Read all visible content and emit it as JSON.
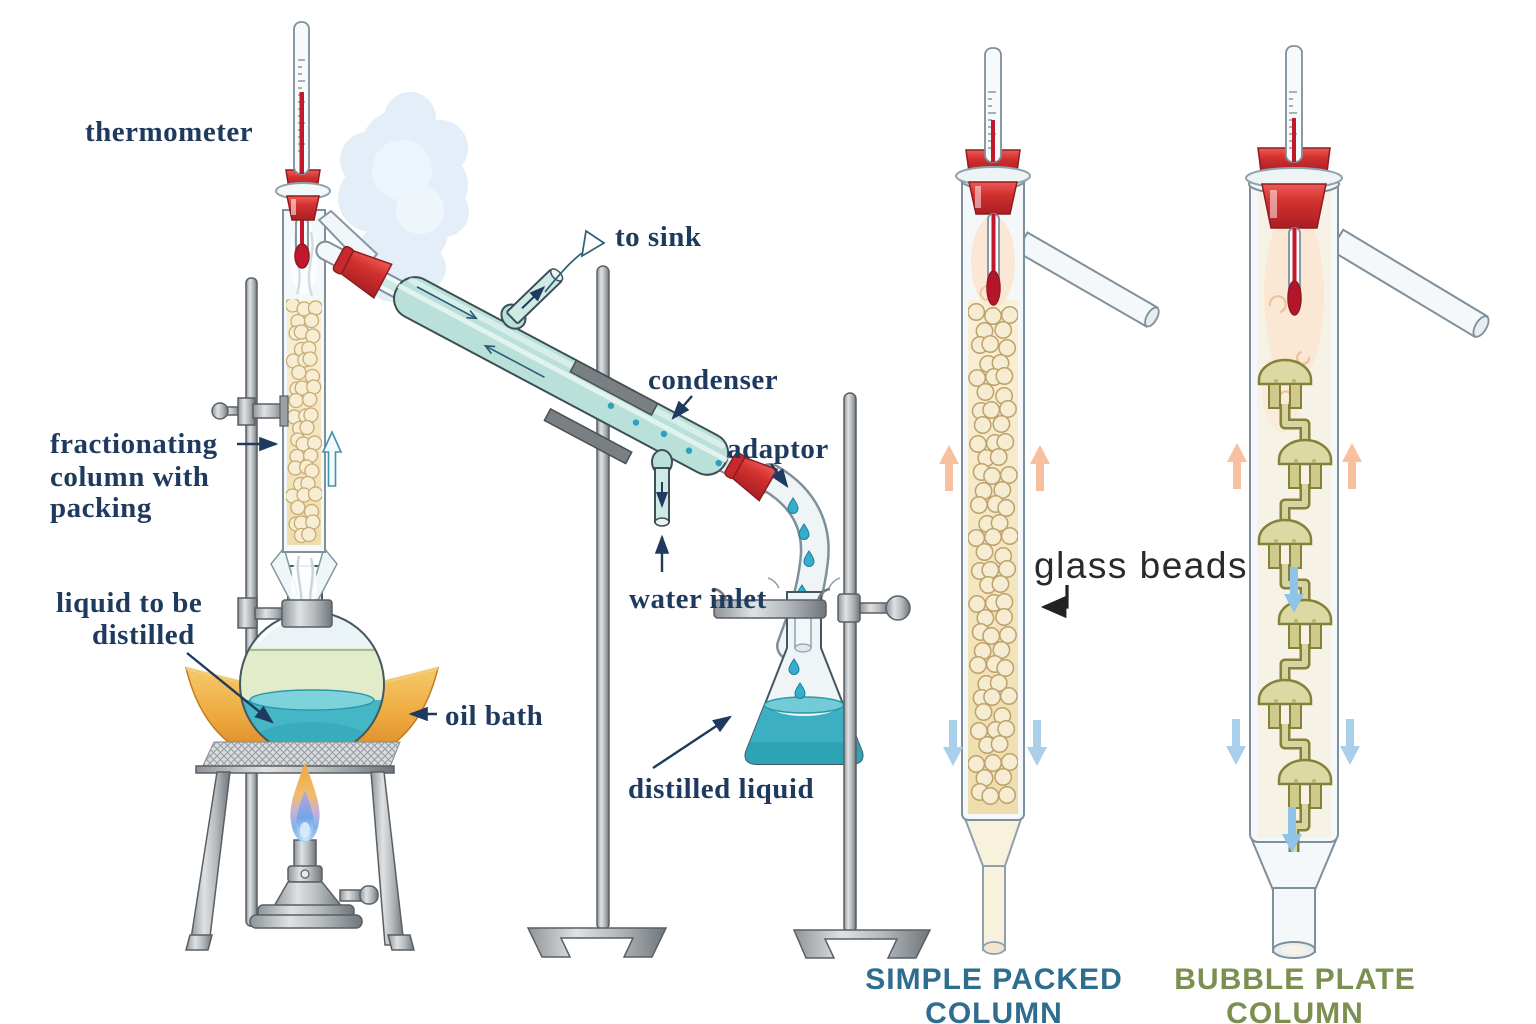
{
  "figure": {
    "description": "Fractional distillation apparatus with simple packed and bubble plate fractionating columns"
  },
  "labels": {
    "thermometer": "thermometer",
    "fractionating_1": "fractionating",
    "fractionating_2": "column with",
    "fractionating_3": "packing",
    "liquid_1": "liquid to be",
    "liquid_2": "distilled",
    "oil_bath": "oil bath",
    "to_sink": "to sink",
    "condenser": "condenser",
    "adaptor": "adaptor",
    "water_inlet": "water inlet",
    "distilled_liquid": "distilled liquid",
    "glass_beads": "glass beads"
  },
  "captions": {
    "simple_packed_1": "SIMPLE PACKED",
    "simple_packed_2": "COLUMN",
    "bubble_plate_1": "BUBBLE PLATE",
    "bubble_plate_2": "COLUMN"
  },
  "colors": {
    "label_text": "#1e3a5e",
    "glass_beads_text": "#2a2a2a",
    "simple_packed_caption": "#2e6d8e",
    "bubble_plate_caption": "#7b8f4e",
    "stopper_red": "#d2302f",
    "condenser_water": "#b9e1da",
    "distilled_liquid_teal": "#3cb0c2",
    "oil_bath_orange": "#eda93f",
    "glass_bead_fill": "#f6ecd2",
    "vapor_arrow_orange": "#f8c09e",
    "condensate_arrow_blue": "#a9cfeb",
    "flame_orange": "#f3a53a",
    "flame_blue": "#6fa4e8"
  }
}
